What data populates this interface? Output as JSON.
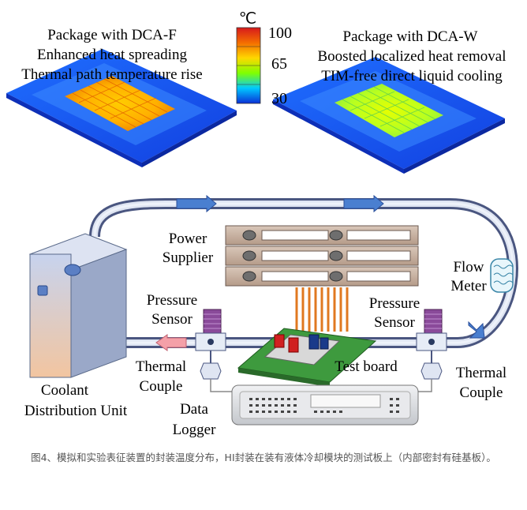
{
  "top_left": {
    "title": "Package with DCA-F",
    "line2": "Enhanced heat spreading",
    "line3": "Thermal path temperature rise"
  },
  "top_right": {
    "title": "Package with DCA-W",
    "line2": "Boosted localized heat removal",
    "line3": "TIM-free direct liquid cooling"
  },
  "colorbar": {
    "unit": "℃",
    "max": "100",
    "mid": "65",
    "min": "30",
    "colors": [
      "#d7191c",
      "#f46d00",
      "#ffd700",
      "#7fff00",
      "#00c8ff",
      "#0a2fd6"
    ]
  },
  "labels": {
    "power_supplier_1": "Power",
    "power_supplier_2": "Supplier",
    "flow_meter_1": "Flow",
    "flow_meter_2": "Meter",
    "pressure_sensor_left_1": "Pressure",
    "pressure_sensor_left_2": "Sensor",
    "pressure_sensor_right_1": "Pressure",
    "pressure_sensor_right_2": "Sensor",
    "thermal_couple_left_1": "Thermal",
    "thermal_couple_left_2": "Couple",
    "thermal_couple_right_1": "Thermal",
    "thermal_couple_right_2": "Couple",
    "test_board": "Test board",
    "cdu_1": "Coolant",
    "cdu_2": "Distribution Unit",
    "data_logger_1": "Data",
    "data_logger_2": "Logger"
  },
  "caption": "图4、模拟和实验表征装置的封装温度分布，HI封装在装有液体冷却模块的测试板上（内部密封有硅基板）。"
}
